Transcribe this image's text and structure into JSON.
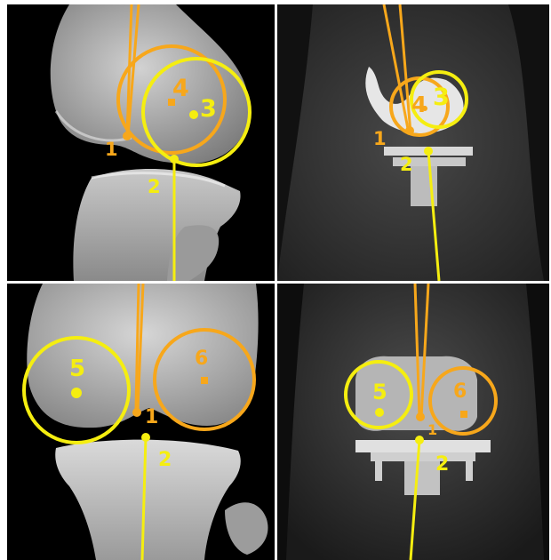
{
  "panels": {
    "sagittal_native": {
      "labels": {
        "l1": "1",
        "l2": "2",
        "l3": "3",
        "l4": "4"
      }
    },
    "sagittal_implant": {
      "labels": {
        "l1": "1",
        "l2": "2",
        "l3": "3",
        "l4": "4"
      }
    },
    "coronal_native": {
      "labels": {
        "l1": "1",
        "l2": "2",
        "l5": "5",
        "l6": "6"
      }
    },
    "coronal_implant": {
      "labels": {
        "l1": "1",
        "l2": "2",
        "l5": "5",
        "l6": "6"
      }
    }
  },
  "colors": {
    "yellow": "#f5ee10",
    "orange": "#f7a71b",
    "background": "#000000"
  }
}
